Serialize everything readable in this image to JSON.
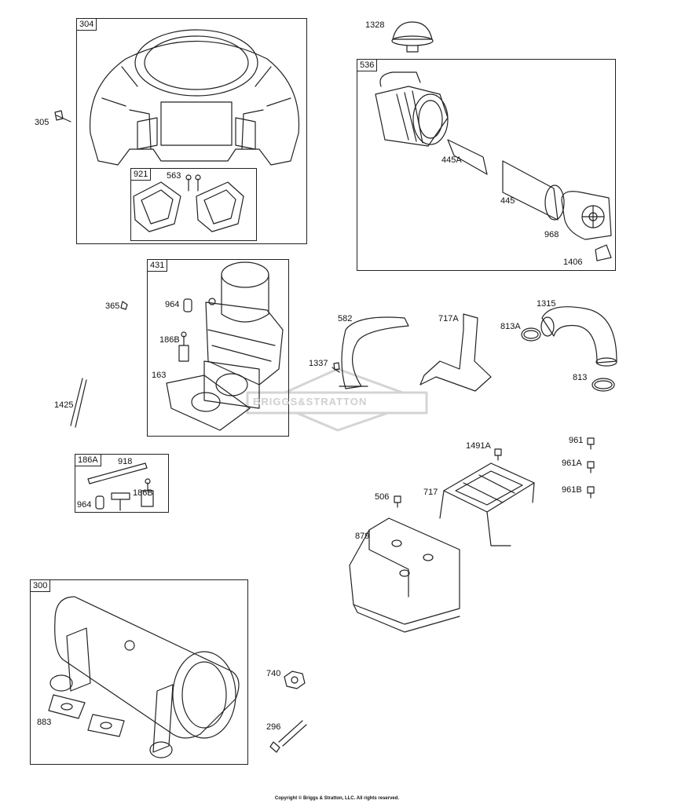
{
  "groups": {
    "g304": "304",
    "g921": "921",
    "g536": "536",
    "g431": "431",
    "g186A": "186A",
    "g300": "300"
  },
  "parts": {
    "p305": "305",
    "p563": "563",
    "p1328": "1328",
    "p445A": "445A",
    "p445": "445",
    "p968": "968",
    "p1406": "1406",
    "p365": "365",
    "p964a": "964",
    "p186B_a": "186B",
    "p163": "163",
    "p582": "582",
    "p717A": "717A",
    "p813A": "813A",
    "p1315": "1315",
    "p813": "813",
    "p1337": "1337",
    "p1425": "1425",
    "p918": "918",
    "p964b": "964",
    "p186B_b": "186B",
    "p1491A": "1491A",
    "p961": "961",
    "p961A": "961A",
    "p961B": "961B",
    "p506": "506",
    "p717": "717",
    "p879": "879",
    "p740": "740",
    "p883": "883",
    "p296": "296"
  },
  "watermark": "BRIGGS&STRATTON",
  "footer": "Copyright © Briggs & Stratton, LLC. All rights reserved."
}
